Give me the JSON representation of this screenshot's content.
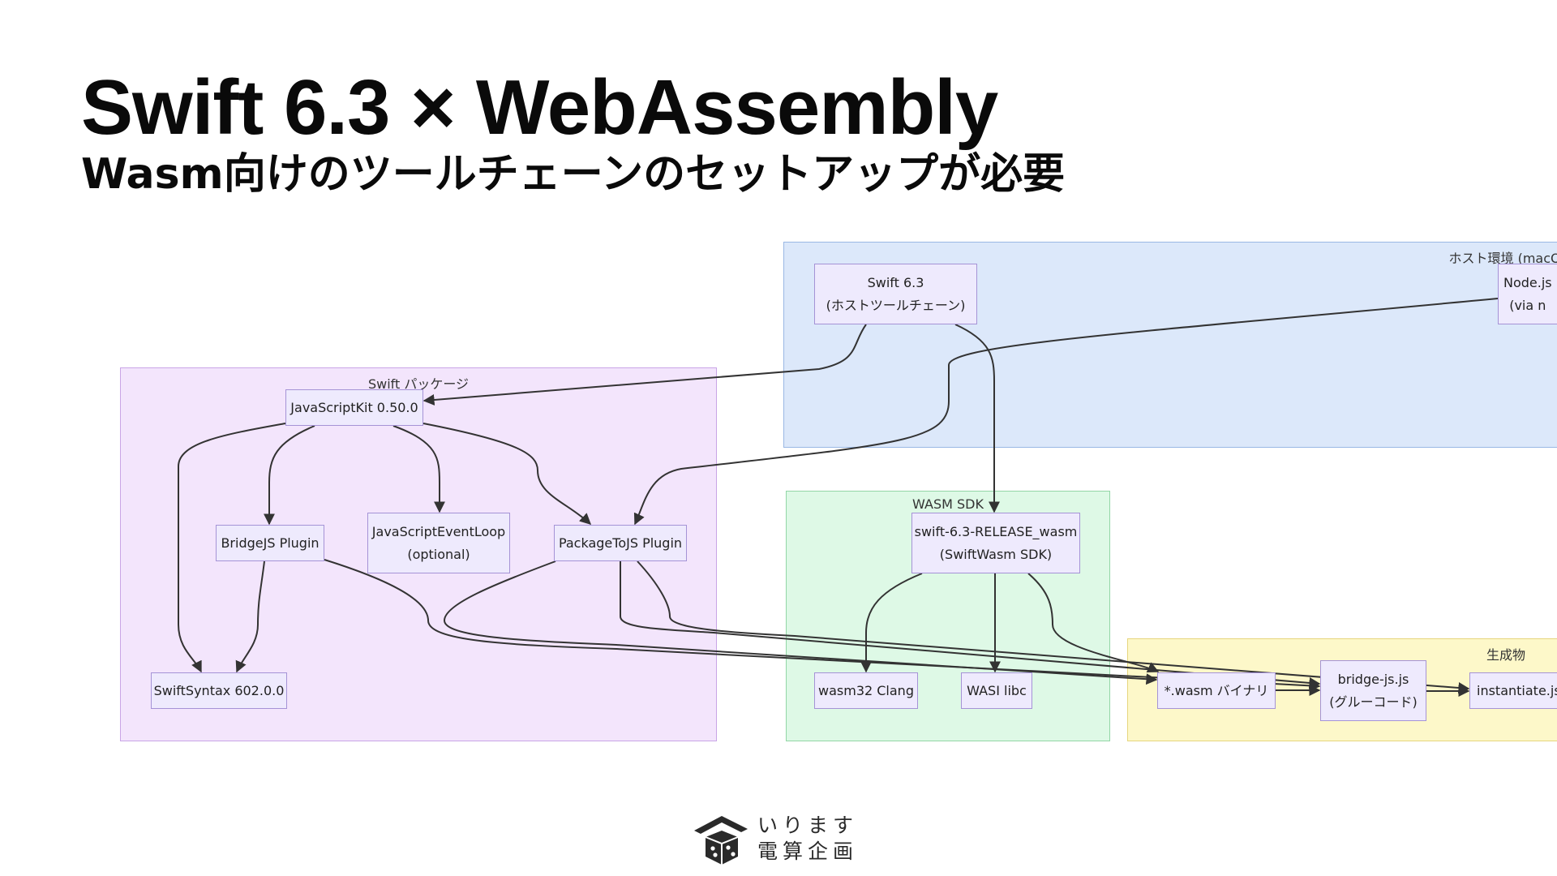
{
  "slide": {
    "title": "Swift 6.3 × WebAssembly",
    "subtitle": "Wasm向けのツールチェーンのセットアップが必要"
  },
  "clusters": {
    "host": "ホスト環境 (macOS)",
    "swift_package": "Swift パッケージ",
    "wasm_sdk": "WASM SDK",
    "generated": "生成物"
  },
  "nodes": {
    "swift63": "Swift 6.3\n(ホストツールチェーン)",
    "node": "Node.js \n(via n",
    "jsk": "JavaScriptKit 0.50.0",
    "bridge_plugin": "BridgeJS Plugin",
    "js_event_loop": "JavaScriptEventLoop\n(optional)",
    "package_to_js": "PackageToJS Plugin",
    "swift_syntax": "SwiftSyntax 602.0.0",
    "sdk": "swift-6.3-RELEASE_wasm\n(SwiftWasm SDK)",
    "clang": "wasm32 Clang",
    "libc": "WASI libc",
    "wasm_binary": "*.wasm バイナリ",
    "glue": "bridge-js.js\n(グルーコード)",
    "instantiate": "instantiate.js"
  },
  "logo": {
    "line1": "いります",
    "line2": "電算企画"
  },
  "colors": {
    "host_fill": "#dce8fa",
    "swift_fill": "#f3e5fc",
    "wasm_fill": "#def9e6",
    "generated_fill": "#fdf8c9",
    "node_fill": "#eeeafd",
    "node_border": "#a593d6",
    "edge": "#333333"
  }
}
